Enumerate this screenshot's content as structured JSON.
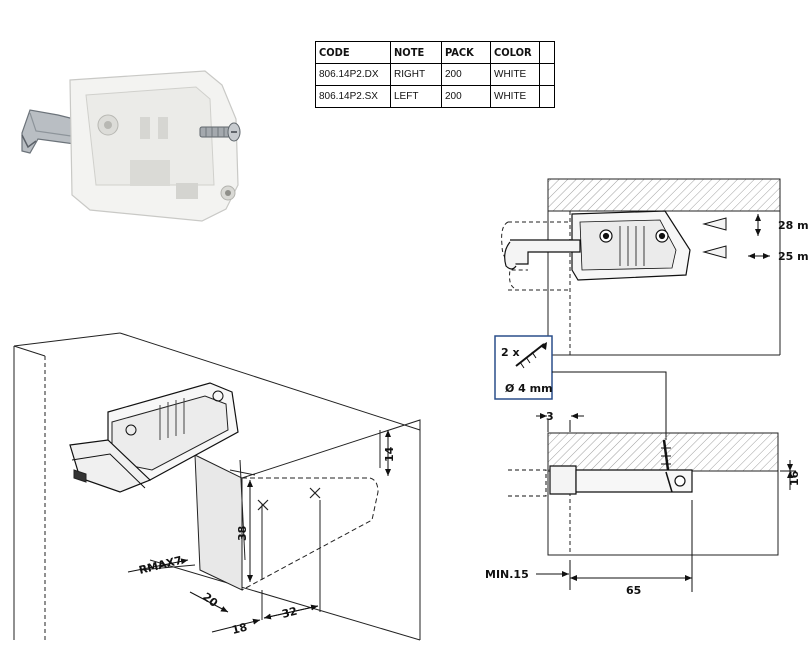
{
  "table": {
    "headers": [
      "CODE",
      "NOTE",
      "PACK",
      "COLOR",
      ""
    ],
    "rows": [
      [
        "806.14P2.DX",
        "RIGHT",
        "200",
        "WHITE",
        ""
      ],
      [
        "806.14P2.SX",
        "LEFT",
        "200",
        "WHITE",
        ""
      ]
    ]
  },
  "diagram_left": {
    "dim_14": "14",
    "dim_38": "38",
    "radius_label": "RMAX7",
    "dim_20": "20",
    "dim_18": "18",
    "dim_32": "32"
  },
  "diagram_right": {
    "adjust_28": "28 m",
    "adjust_25": "25 m",
    "screw_qty": "2 x",
    "screw_diameter": "Ø 4 mm",
    "dim_3": "3",
    "dim_16": "16",
    "min_label": "MIN.15",
    "dim_65": "65"
  },
  "colors": {
    "line": "#222222",
    "hatch": "#888888",
    "part_white": "#f4f4f4",
    "screw_box_border": "#2a4e8a"
  }
}
